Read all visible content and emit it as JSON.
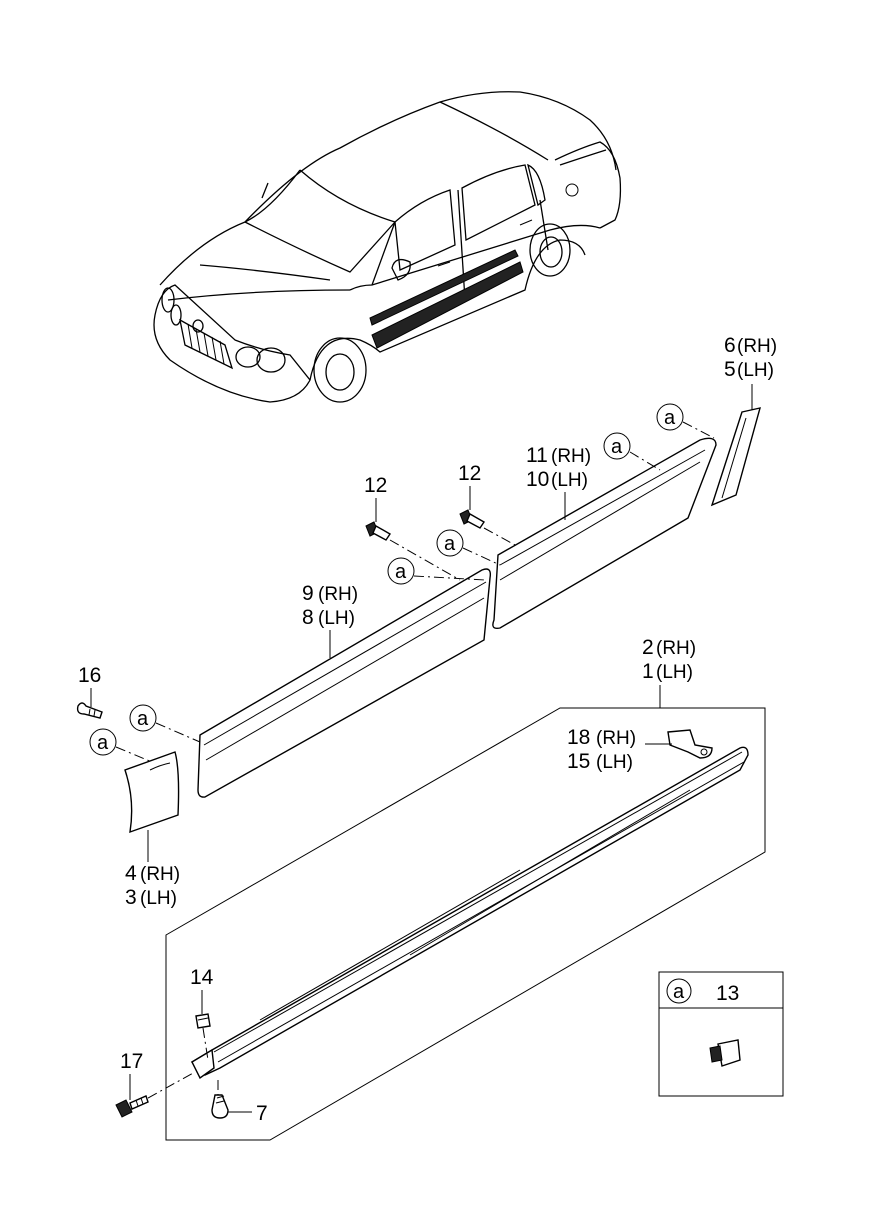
{
  "callouts": {
    "p6_5": {
      "num_a": "6",
      "side_a": "(RH)",
      "num_b": "5",
      "side_b": "(LH)"
    },
    "p11_10": {
      "num_a": "11",
      "side_a": "(RH)",
      "num_b": "10",
      "side_b": "(LH)"
    },
    "p9_8": {
      "num_a": "9",
      "side_a": "(RH)",
      "num_b": "8",
      "side_b": "(LH)"
    },
    "p2_1": {
      "num_a": "2",
      "side_a": "(RH)",
      "num_b": "1",
      "side_b": "(LH)"
    },
    "p18_15": {
      "num_a": "18",
      "side_a": "(RH)",
      "num_b": "15",
      "side_b": "(LH)"
    },
    "p4_3": {
      "num_a": "4",
      "side_a": "(RH)",
      "num_b": "3",
      "side_b": "(LH)"
    },
    "p12_left": "12",
    "p12_right": "12",
    "p16": "16",
    "p14": "14",
    "p17": "17",
    "p7": "7"
  },
  "ref_symbol": "a",
  "legend": {
    "symbol": "a",
    "part_number": "13"
  }
}
